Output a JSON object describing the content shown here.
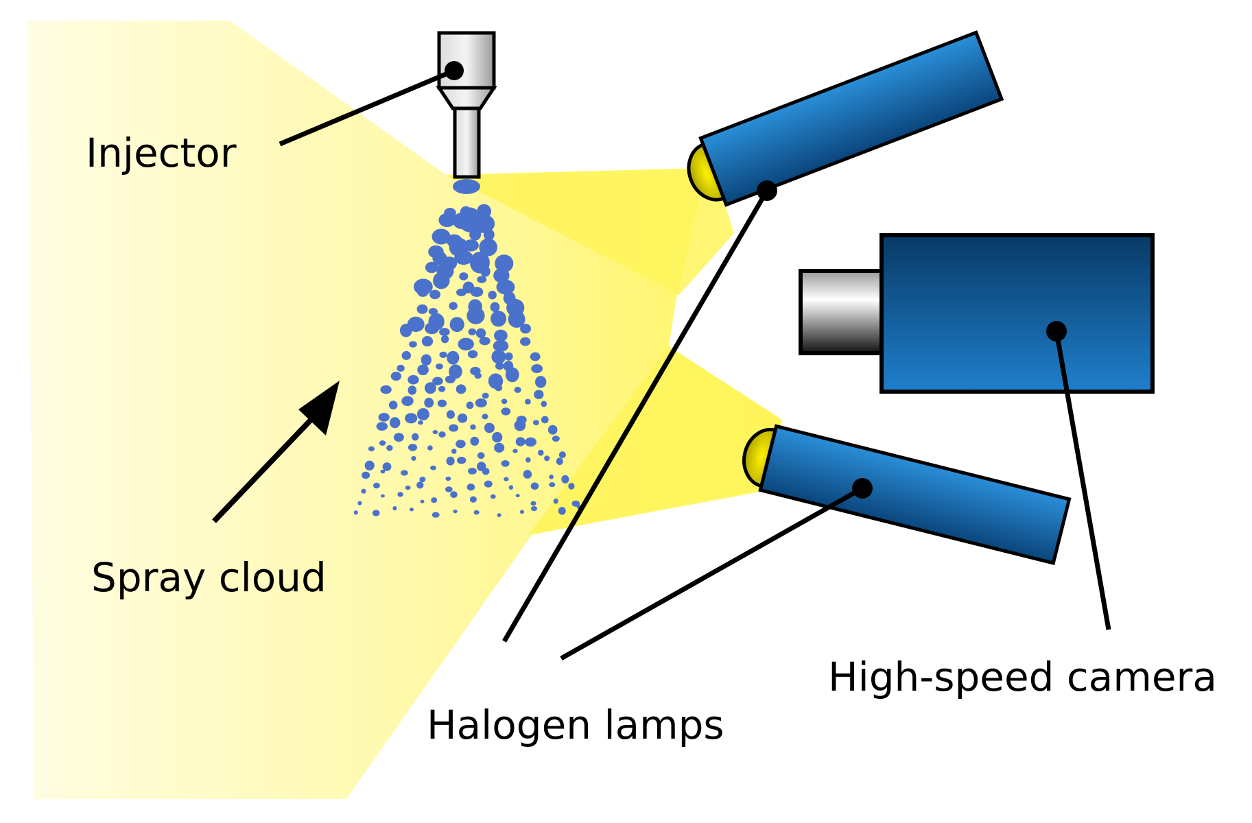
{
  "labels": {
    "injector": "Injector",
    "spray_cloud": "Spray cloud",
    "halogen_lamps": "Halogen lamps",
    "camera": "High-speed camera"
  },
  "colors": {
    "light_left": "#fffde0",
    "light_right": "#fff45a",
    "device_blue_light": "#2a8fd8",
    "device_blue_dark": "#0a3f73",
    "droplet": "#4a72cc",
    "lamp_reflector": "#e5dc00",
    "outline": "#000000"
  },
  "icons": [
    "injector-icon",
    "halogen-lamp-icon",
    "camera-icon",
    "spray-droplets"
  ]
}
